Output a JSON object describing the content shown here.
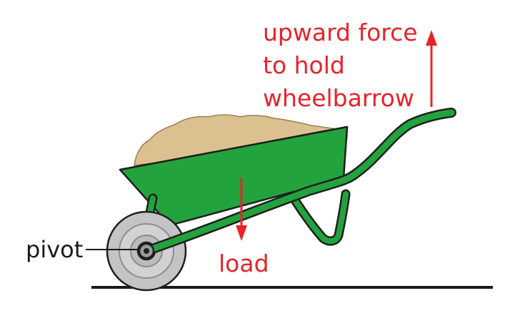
{
  "labels": {
    "force_line1": "upward force",
    "force_line2": "to hold",
    "force_line3": "wheelbarrow",
    "pivot": "pivot",
    "load": "load"
  },
  "icons": {
    "force_arrow": "arrow-up-icon",
    "load_arrow": "arrow-down-icon"
  },
  "colors": {
    "label_red": "#e8232a",
    "barrow_green": "#22a33d",
    "barrow_outline": "#1f1f1f",
    "sand": "#dcc190",
    "tyre": "#bdbdbd",
    "ground": "#1a1a1a"
  }
}
